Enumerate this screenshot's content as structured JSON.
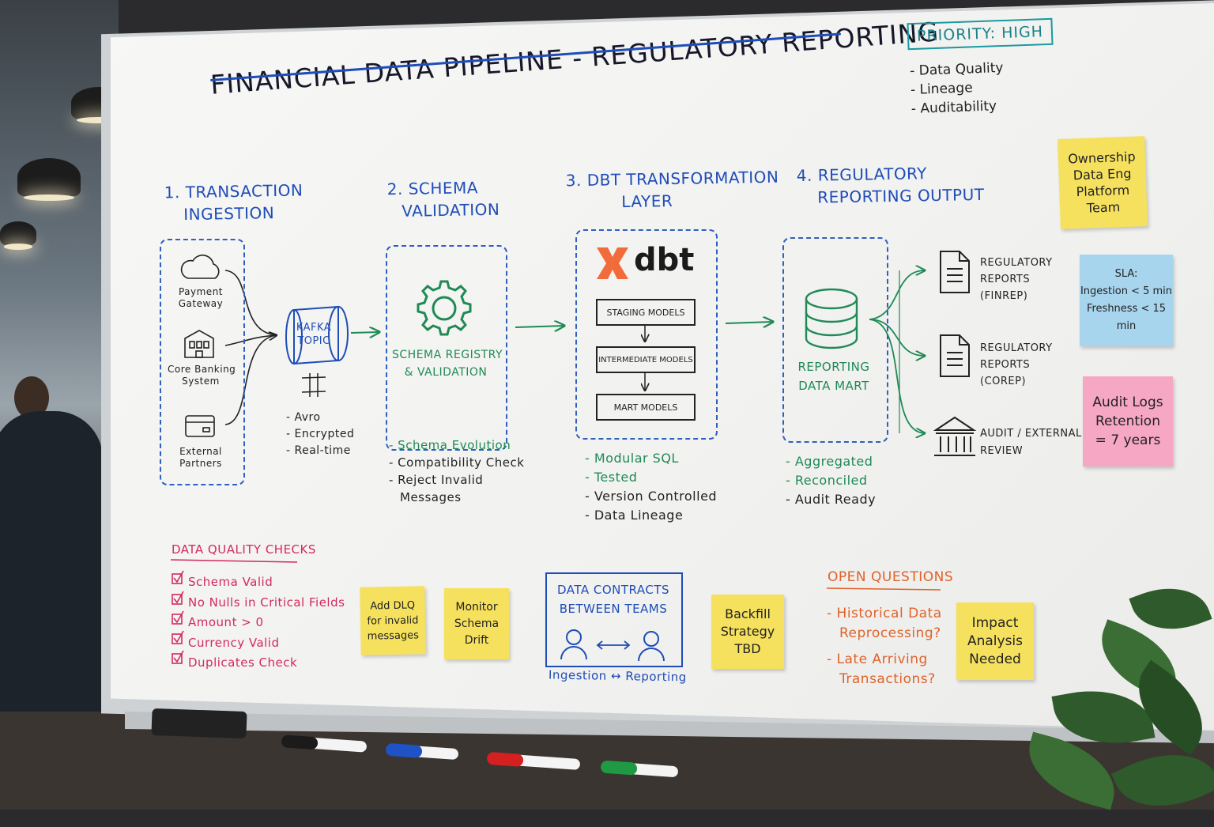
{
  "title": "FINANCIAL DATA PIPELINE - REGULATORY REPORTING",
  "priority": {
    "label": "PRIORITY: HIGH",
    "items": [
      "- Data Quality",
      "- Lineage",
      "- Auditability"
    ]
  },
  "steps": [
    {
      "number": "1.",
      "title_line1": "TRANSACTION",
      "title_line2": "INGESTION"
    },
    {
      "number": "2.",
      "title_line1": "SCHEMA",
      "title_line2": "VALIDATION"
    },
    {
      "number": "3.",
      "title_line1": "DBT TRANSFORMATION",
      "title_line2": "LAYER"
    },
    {
      "number": "4.",
      "title_line1": "REGULATORY",
      "title_line2": "REPORTING OUTPUT"
    }
  ],
  "ingestion": {
    "sources": [
      {
        "label_line1": "Payment",
        "label_line2": "Gateway",
        "icon": "cloud-icon"
      },
      {
        "label_line1": "Core Banking",
        "label_line2": "System",
        "icon": "bank-building-icon"
      },
      {
        "label_line1": "External",
        "label_line2": "Partners",
        "icon": "card-icon"
      }
    ],
    "kafka_line1": "KAFKA",
    "kafka_line2": "TOPIC",
    "kafka_bullets": [
      "- Avro",
      "- Encrypted",
      "- Real-time"
    ]
  },
  "validation": {
    "label_line1": "SCHEMA REGISTRY",
    "label_line2": "& VALIDATION",
    "bullets": [
      "- Schema Evolution",
      "- Compatibility Check",
      "- Reject Invalid",
      "Messages"
    ]
  },
  "dbt": {
    "logo_text": "dbt",
    "models": [
      "STAGING MODELS",
      "INTERMEDIATE MODELS",
      "MART MODELS"
    ],
    "bullets": [
      "- Modular SQL",
      "- Tested",
      "- Version Controlled",
      "- Data Lineage"
    ]
  },
  "output": {
    "mart_line1": "REPORTING",
    "mart_line2": "DATA MART",
    "bullets": [
      "- Aggregated",
      "- Reconciled",
      "- Audit Ready"
    ],
    "reports": [
      {
        "line1": "REGULATORY",
        "line2": "REPORTS",
        "line3": "(FINREP)",
        "icon": "document-icon"
      },
      {
        "line1": "REGULATORY",
        "line2": "REPORTS",
        "line3": "(COREP)",
        "icon": "document-icon"
      },
      {
        "line1": "AUDIT / EXTERNAL",
        "line2": "REVIEW",
        "line3": "",
        "icon": "courthouse-icon"
      }
    ]
  },
  "stickies": {
    "ownership": "Ownership\nData Eng\nPlatform\nTeam",
    "sla": "SLA:\nIngestion < 5 min\nFreshness < 15 min",
    "audit": "Audit Logs\nRetention\n= 7 years",
    "dlq": "Add DLQ\nfor invalid\nmessages",
    "monitor": "Monitor\nSchema\nDrift",
    "backfill": "Backfill\nStrategy\nTBD",
    "impact": "Impact\nAnalysis\nNeeded"
  },
  "quality_checks": {
    "title": "DATA QUALITY CHECKS",
    "items": [
      "Schema Valid",
      "No Nulls in Critical Fields",
      "Amount > 0",
      "Currency Valid",
      "Duplicates Check"
    ]
  },
  "contracts": {
    "title_line1": "DATA CONTRACTS",
    "title_line2": "BETWEEN TEAMS",
    "footer": "Ingestion ↔ Reporting"
  },
  "open_questions": {
    "title": "OPEN QUESTIONS",
    "items": [
      {
        "line1": "- Historical Data",
        "line2": "Reprocessing?"
      },
      {
        "line1": "- Late Arriving",
        "line2": "Transactions?"
      }
    ]
  },
  "colors": {
    "blue_ink": "#1f4db8",
    "green_ink": "#1f8a55",
    "red_ink": "#d22a5e",
    "orange_ink": "#e0622a",
    "teal_ink": "#16838a",
    "sticky_yellow": "#f6e15e",
    "sticky_blue": "#a8d5ee",
    "sticky_pink": "#f6a7c4",
    "dbt_orange": "#f26b3a"
  }
}
